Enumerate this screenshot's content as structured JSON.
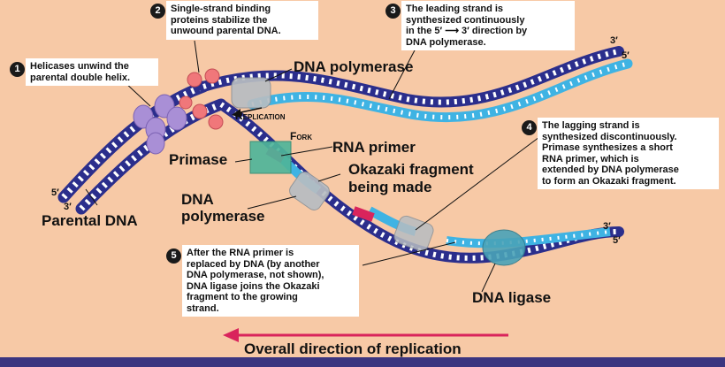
{
  "steps": [
    {
      "num": "1",
      "text": "Helicases unwind the\nparental double helix."
    },
    {
      "num": "2",
      "text": "Single-strand binding\nproteins stabilize the\nunwound parental DNA."
    },
    {
      "num": "3",
      "text": "The leading strand is\nsynthesized continuously\nin the 5′ ⟶ 3′ direction by\nDNA polymerase."
    },
    {
      "num": "4",
      "text": "The lagging strand is\nsynthesized discontinuously.\nPrimase synthesizes a short\nRNA primer, which is\nextended by DNA polymerase\nto form an Okazaki fragment."
    },
    {
      "num": "5",
      "text": "After the RNA primer is\nreplaced by DNA (by another\nDNA polymerase, not shown),\nDNA ligase joins the Okazaki\nfragment to the growing\nstrand."
    }
  ],
  "labels": {
    "dna_polymerase_top": "DNA polymerase",
    "replication": "Replication",
    "fork": "Fork",
    "rna_primer": "RNA primer",
    "primase": "Primase",
    "okazaki_line1": "Okazaki fragment",
    "okazaki_line2": "being made",
    "dna_polymerase_bottom_line1": "DNA",
    "dna_polymerase_bottom_line2": "polymerase",
    "parental_dna": "Parental DNA",
    "dna_ligase": "DNA ligase",
    "overall_direction": "Overall direction of replication",
    "end_left_5": "5′",
    "end_left_3": "3′",
    "end_top_3": "3′",
    "end_top_5": "5′",
    "end_bottom_3": "3′",
    "end_bottom_5": "5′"
  },
  "colors": {
    "background": "#f7c9a6",
    "parental_strand": "#2b2e8c",
    "new_strand": "#3fb3e3",
    "rna_primer": "#d9245c",
    "helicase": "#a98fd6",
    "ssb": "#f0777a",
    "polymerase": "#b7bdc2",
    "primase": "#4fb59a",
    "ligase": "#4aa3b8",
    "arrow": "#d9245c",
    "bottom_bar": "#3b3580"
  }
}
